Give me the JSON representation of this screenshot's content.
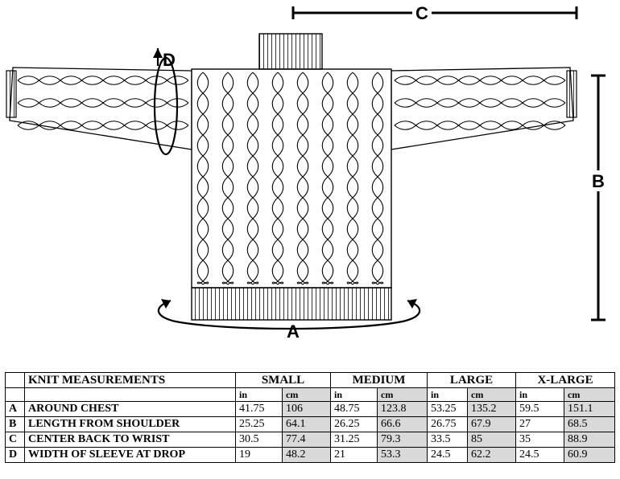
{
  "labels": {
    "a": "A",
    "b": "B",
    "c": "C",
    "d": "D"
  },
  "table": {
    "title": "KNIT MEASUREMENTS",
    "sizes": [
      "SMALL",
      "MEDIUM",
      "LARGE",
      "X-LARGE"
    ],
    "unit_in": "in",
    "unit_cm": "cm",
    "rows": [
      {
        "key": "A",
        "label": "AROUND CHEST",
        "values": [
          "41.75",
          "106",
          "48.75",
          "123.8",
          "53.25",
          "135.2",
          "59.5",
          "151.1"
        ]
      },
      {
        "key": "B",
        "label": "LENGTH FROM SHOULDER",
        "values": [
          "25.25",
          "64.1",
          "26.25",
          "66.6",
          "26.75",
          "67.9",
          "27",
          "68.5"
        ]
      },
      {
        "key": "C",
        "label": "CENTER BACK TO WRIST",
        "values": [
          "30.5",
          "77.4",
          "31.25",
          "79.3",
          "33.5",
          "85",
          "35",
          "88.9"
        ]
      },
      {
        "key": "D",
        "label": "WIDTH OF SLEEVE AT DROP",
        "values": [
          "19",
          "48.2",
          "21",
          "53.3",
          "24.5",
          "62.2",
          "24.5",
          "60.9"
        ]
      }
    ]
  }
}
